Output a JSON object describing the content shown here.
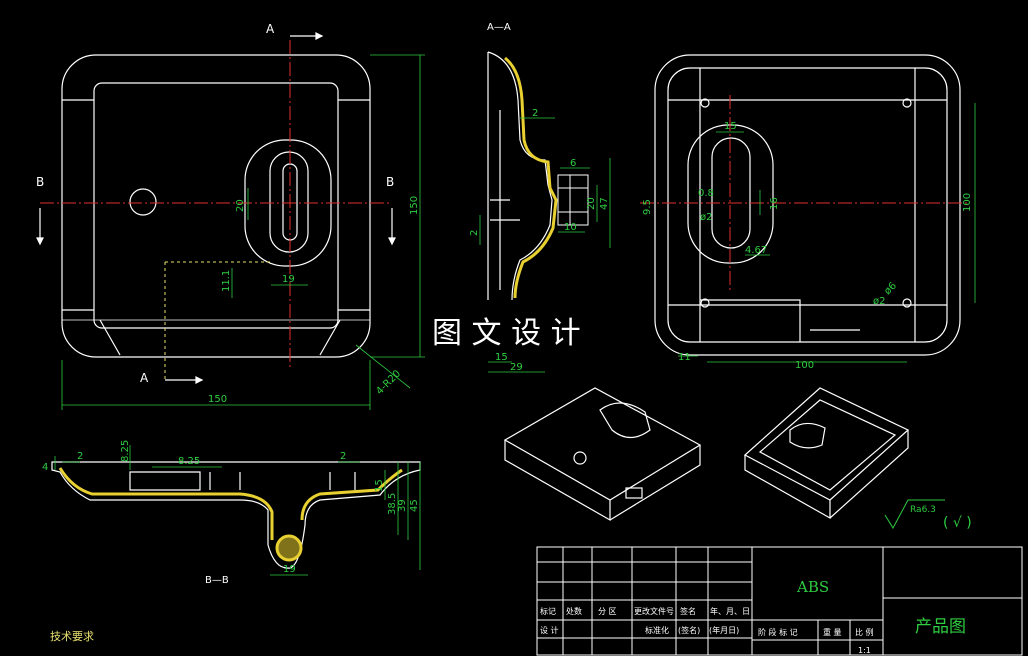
{
  "views": {
    "top_left": {
      "section_A": "A",
      "section_B": "B",
      "section_B2": "B",
      "section_A2": "A",
      "dim_20": "20",
      "dim_19": "19",
      "dim_11_1": "11.1",
      "dim_150_h": "150",
      "dim_150_v": "150",
      "dim_R20": "4-R20"
    },
    "section_AA": {
      "title": "A—A",
      "dim_2a": "2",
      "dim_6": "6",
      "dim_20": "20",
      "dim_47": "47",
      "dim_10": "10",
      "dim_2b": "2",
      "dim_15": "15",
      "dim_29": "29"
    },
    "top_right": {
      "dim_15": "15",
      "dim_0_8": "0.8",
      "dim_9_5": "9.5",
      "dim_2": "ø2",
      "dim_16": "16",
      "dim_4_67": "4.67",
      "dim_100_v": "100",
      "dim_100_h": "100",
      "dim_11": "11",
      "dim_6": "ø6",
      "dim_2b": "ø2"
    },
    "section_BB": {
      "title": "B—B",
      "dim_2a": "2",
      "dim_8_25a": "8.25",
      "dim_8_25b": "8.25",
      "dim_4": "4",
      "dim_2b": "2",
      "dim_15": "15",
      "dim_38_5": "38.5",
      "dim_39": "39",
      "dim_45": "45",
      "dim_19": "19"
    }
  },
  "watermark": "图 文 设 计",
  "tech_requirements": "技术要求",
  "surface_finish": {
    "value": "Ra6.3",
    "mark": "(  √  )"
  },
  "title_block": {
    "material": "ABS",
    "drawing_name": "产品图",
    "row1": [
      "标记",
      "处数",
      "分 区",
      "更改文件号",
      "签名",
      "年、月、日"
    ],
    "row2": [
      "设 计",
      "",
      "",
      "标准化",
      "(签名)",
      "(年月日)"
    ],
    "stage_headers": [
      "阶 段 标 记",
      "重 量",
      "比 例"
    ],
    "scale_value": "1:1"
  },
  "colors": {
    "outline": "#ffffff",
    "dimension": "#2ecc40",
    "centerline": "#e03030",
    "hidden": "#e8e070",
    "hatch": "#e8d030",
    "title_text": "#2ecc40"
  }
}
